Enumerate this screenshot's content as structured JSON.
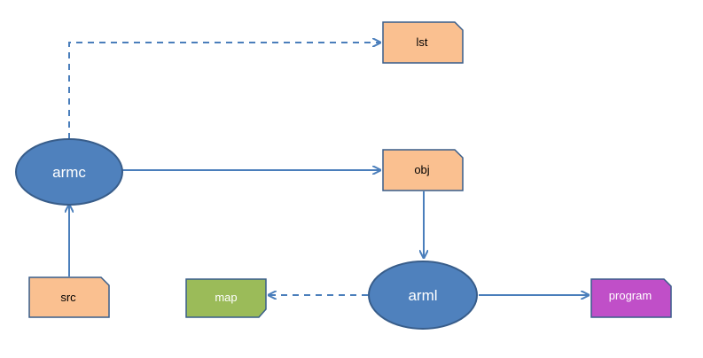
{
  "nodes": {
    "armc": {
      "label": "armc"
    },
    "arml": {
      "label": "arml"
    },
    "lst": {
      "label": "lst"
    },
    "obj": {
      "label": "obj"
    },
    "src": {
      "label": "src"
    },
    "map": {
      "label": "map"
    },
    "program": {
      "label": "program"
    }
  },
  "colors": {
    "ellipse_fill": "#4f81bd",
    "ellipse_stroke": "#385d8a",
    "file_fill": "#fac090",
    "file_stroke": "#385d8a",
    "map_fill": "#9bbb59",
    "program_fill": "#c04fc8",
    "arrow": "#4a7ebb"
  },
  "edges": [
    {
      "from": "armc",
      "to": "lst",
      "style": "dashed"
    },
    {
      "from": "armc",
      "to": "obj",
      "style": "solid"
    },
    {
      "from": "obj",
      "to": "arml",
      "style": "solid"
    },
    {
      "from": "src",
      "to": "armc",
      "style": "solid"
    },
    {
      "from": "arml",
      "to": "map",
      "style": "dashed"
    },
    {
      "from": "arml",
      "to": "program",
      "style": "solid"
    }
  ]
}
